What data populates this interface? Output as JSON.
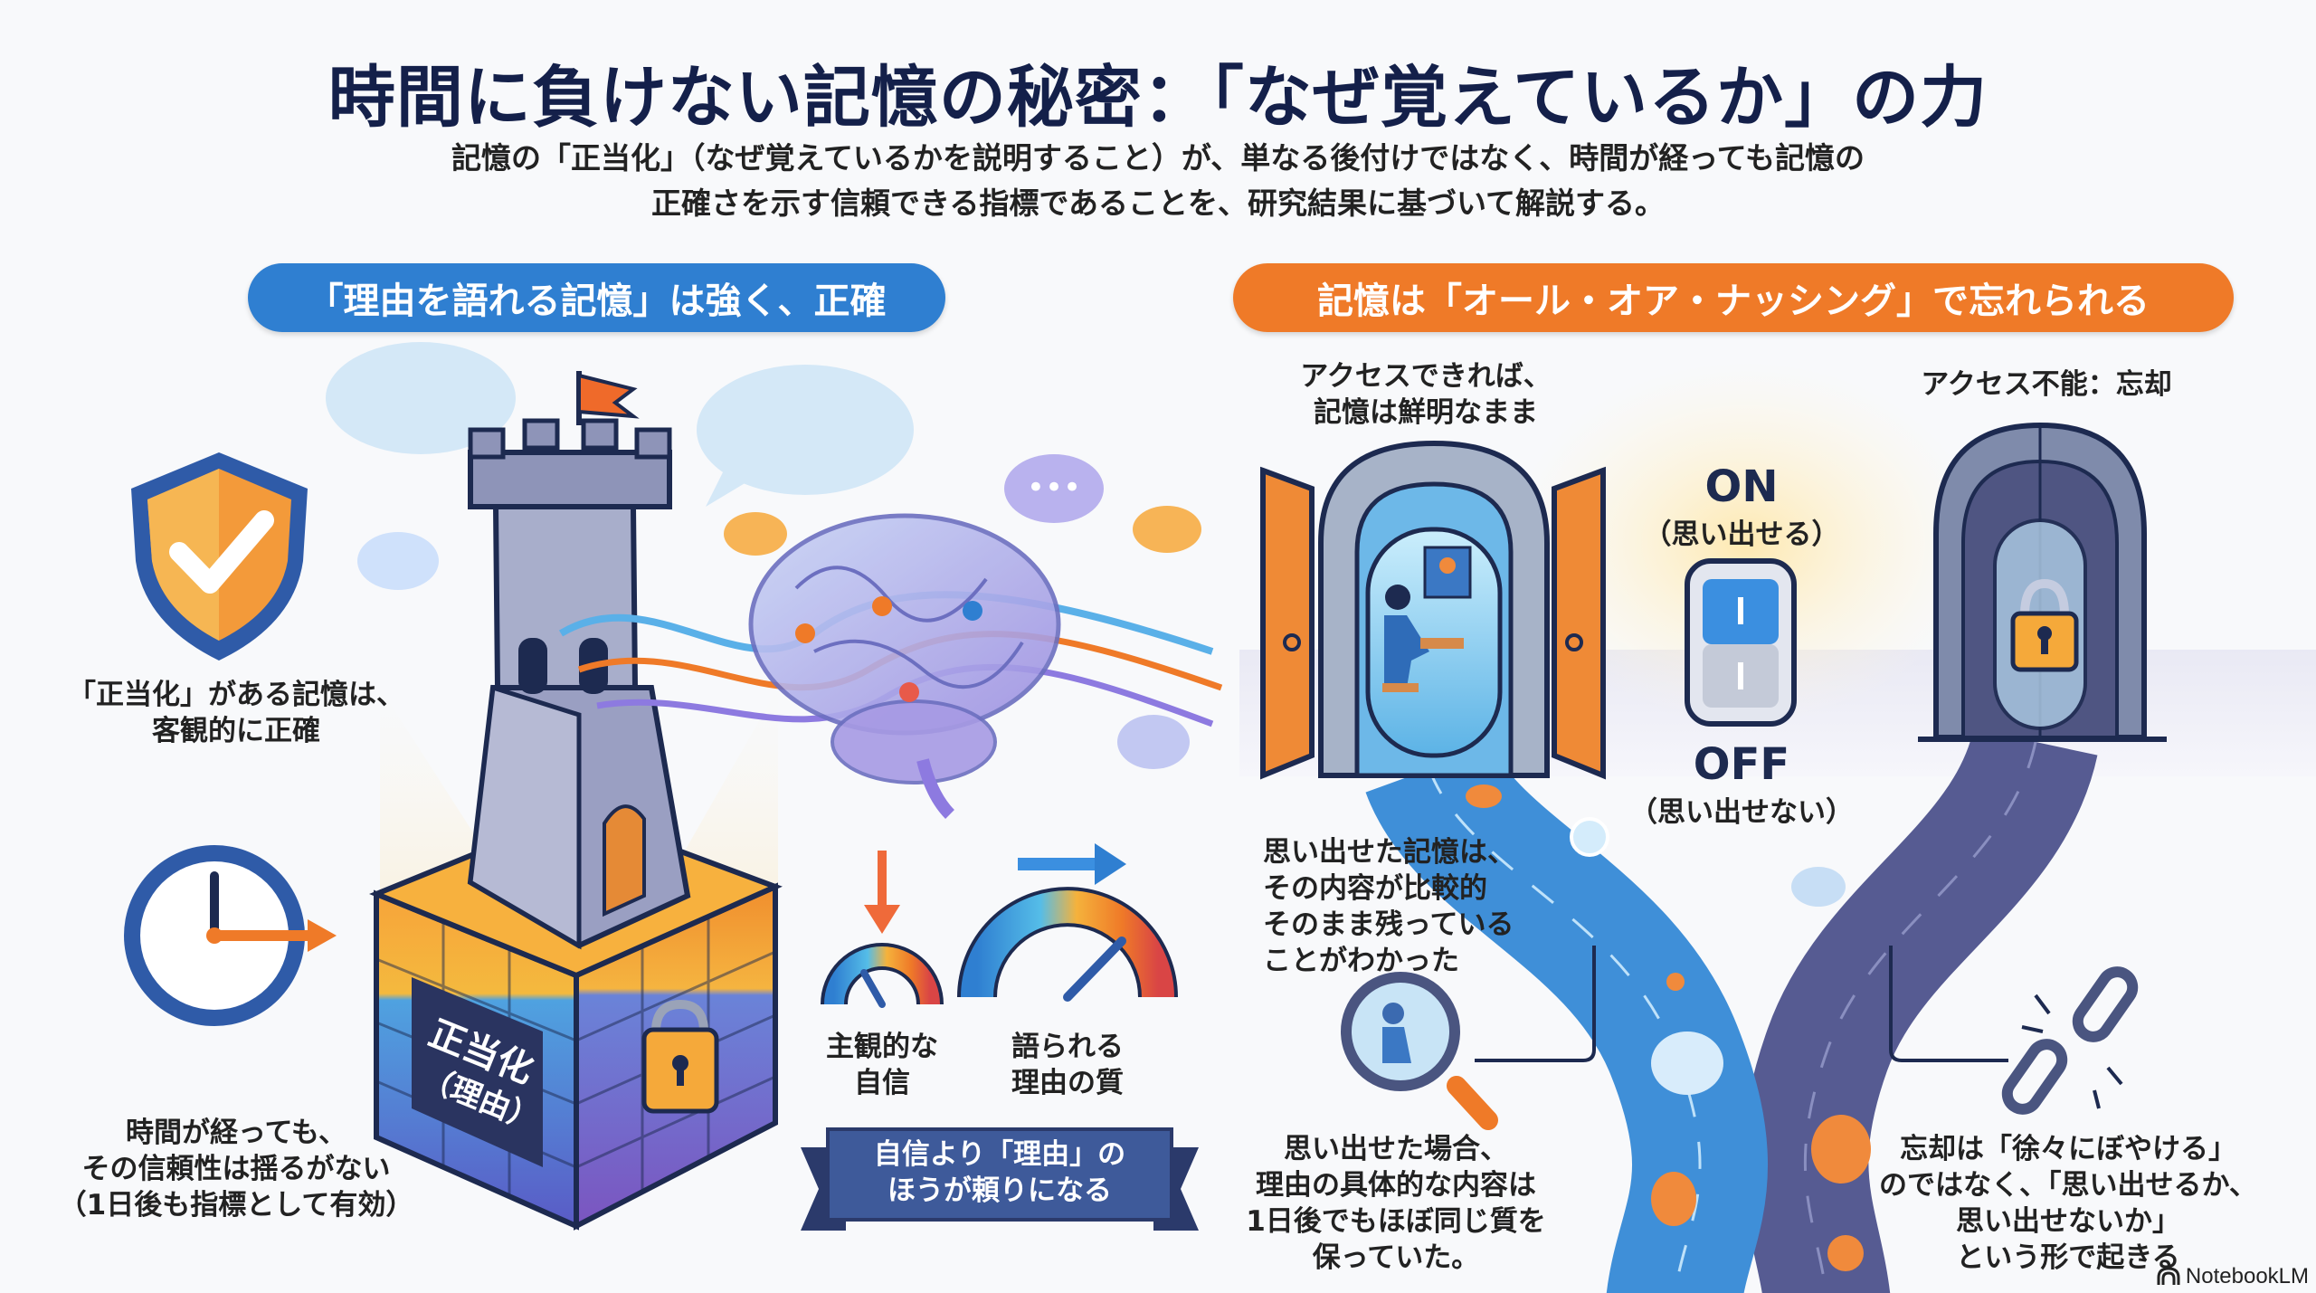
{
  "header": {
    "title": "時間に負けない記憶の秘密：「なぜ覚えているか」の力",
    "subtitle_lines": [
      "記憶の「正当化」（なぜ覚えているかを説明すること）が、単なる後付けではなく、時間が経っても記憶の",
      "正確さを示す信頼できる指標であることを、研究結果に基づいて解説する。"
    ]
  },
  "left_section": {
    "heading": "「理由を語れる記憶」は強く、正確",
    "shield_caption": [
      "「正当化」がある記憶は、",
      "客観的に正確"
    ],
    "clock_caption": [
      "時間が経っても、",
      "その信頼性は揺るがない",
      "（1日後も指標として有効）"
    ],
    "cube_label": [
      "正当化",
      "（理由）"
    ],
    "gauge_small_label": [
      "主観的な",
      "自信"
    ],
    "gauge_large_label": [
      "語られる",
      "理由の質"
    ],
    "ribbon": [
      "自信より「理由」の",
      "ほうが頼りになる"
    ]
  },
  "right_section": {
    "heading": "記憶は「オール・オア・ナッシング」で忘れられる",
    "open_door_caption": [
      "アクセスできれば、",
      "記憶は鮮明なまま"
    ],
    "locked_door_caption": "アクセス不能：忘却",
    "switch": {
      "on_label": "ON",
      "on_sub": "（思い出せる）",
      "off_label": "OFF",
      "off_sub": "（思い出せない）"
    },
    "recall_caption": [
      "思い出せた記憶は、",
      "その内容が比較的",
      "そのまま残っている",
      "ことがわかった"
    ],
    "recall_detail": [
      "思い出せた場合、",
      "理由の具体的な内容は",
      "1日後でもほぼ同じ質を",
      "保っていた。"
    ],
    "forget_caption": [
      "忘却は「徐々にぼやける」",
      "のではなく、「思い出せるか、",
      "思い出せないか」",
      "という形で起きる"
    ]
  },
  "branding": {
    "label": "NotebookLM"
  },
  "colors": {
    "title": "#14204a",
    "blue_pill": "#2f7fd1",
    "orange_pill": "#ef7a28",
    "navy": "#2b3a6b",
    "road_blue": "#3f8fd8",
    "road_purple": "#5a5f95"
  }
}
